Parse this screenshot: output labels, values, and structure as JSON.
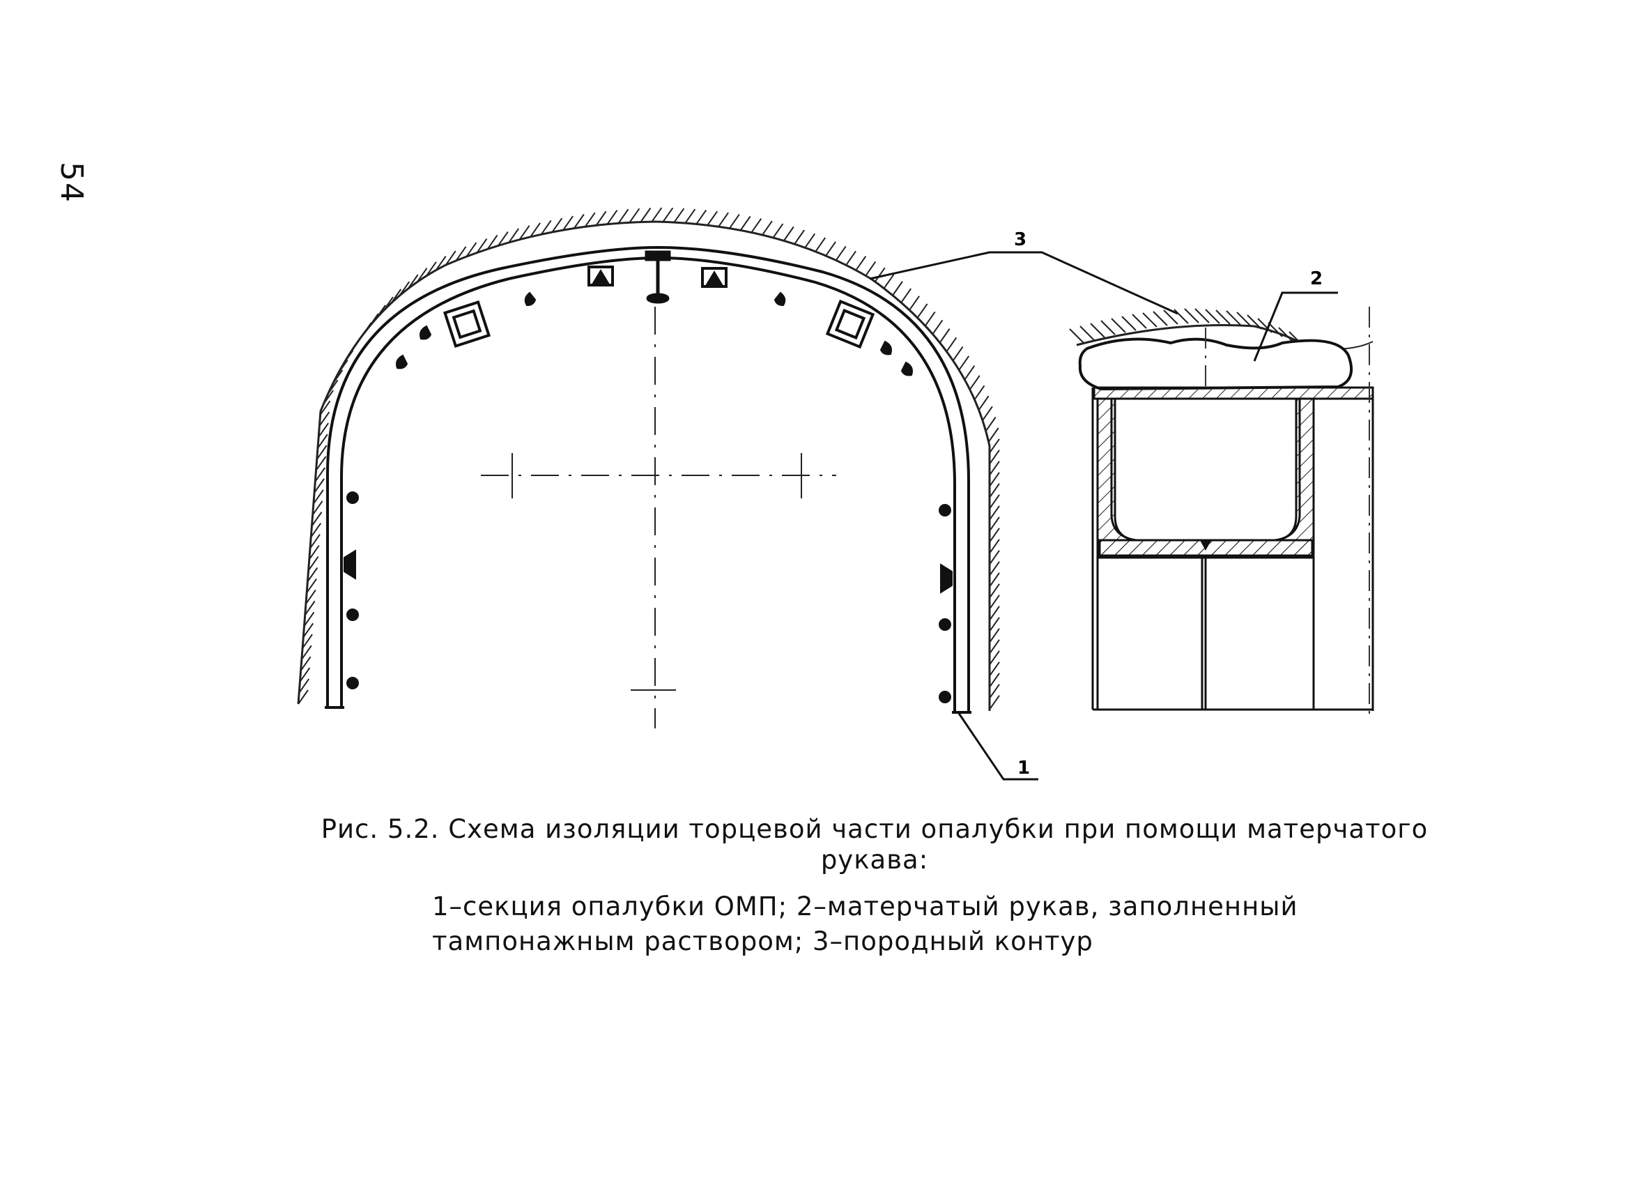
{
  "page": {
    "number": "54"
  },
  "figure": {
    "callouts": {
      "c1": "1",
      "c2": "2",
      "c3": "3"
    },
    "caption_line1": "Рис. 5.2. Схема изоляции торцевой части опалубки при помощи матерчатого",
    "caption_line2": "рукава:",
    "legend_line1": "1–секция опалубки ОМП; 2–матерчатый рукав, заполненный",
    "legend_line2": "тампонажным раствором; 3–породный контур"
  }
}
